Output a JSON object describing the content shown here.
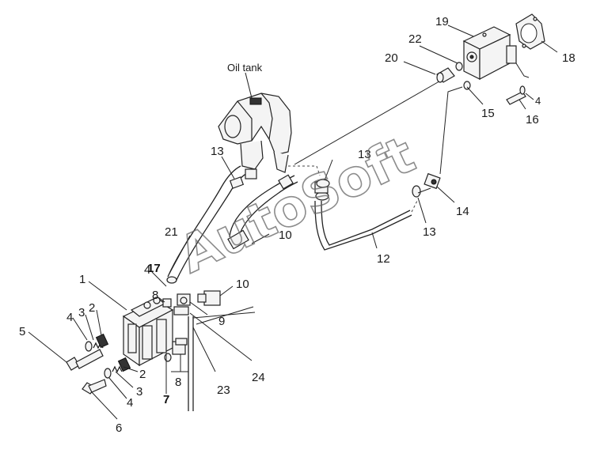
{
  "watermark": "AutoSoft",
  "annotations": {
    "oil_tank": "Oil tank"
  },
  "callouts": {
    "c1": "1",
    "c2a": "2",
    "c2b": "2",
    "c3a": "3",
    "c3b": "3",
    "c4a": "4",
    "c4b": "4",
    "c4c": "4",
    "c4d": "4",
    "c5": "5",
    "c6": "6",
    "c7": "7",
    "c8a": "8",
    "c8b": "8",
    "c9": "9",
    "c10a": "10",
    "c10b": "10",
    "c12": "12",
    "c13a": "13",
    "c13b": "13",
    "c13c": "13",
    "c14": "14",
    "c15": "15",
    "c16": "16",
    "c17": "17",
    "c18": "18",
    "c19": "19",
    "c20": "20",
    "c21": "21",
    "c22": "22",
    "c23": "23",
    "c24": "24"
  }
}
